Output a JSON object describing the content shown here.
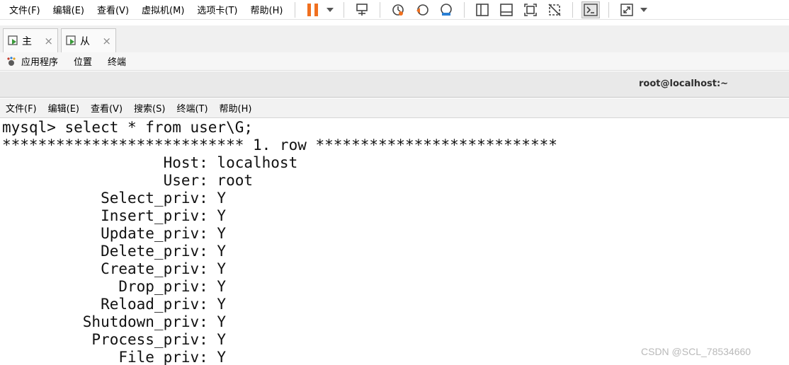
{
  "vm_menu": [
    "文件(F)",
    "编辑(E)",
    "查看(V)",
    "虚拟机(M)",
    "选项卡(T)",
    "帮助(H)"
  ],
  "toolbar_icons": [
    "pause-icon",
    "send-ctrl-alt-del-icon",
    "snapshot-icon",
    "revert-snapshot-icon",
    "snapshot-manager-icon",
    "library-icon",
    "thumbnail-icon",
    "fullscreen-icon",
    "unity-icon",
    "console-view-icon",
    "stretch-icon"
  ],
  "vm_tabs": [
    {
      "label": "主",
      "close": "×"
    },
    {
      "label": "从",
      "close": "×"
    }
  ],
  "gnome": {
    "applications": "应用程序",
    "places": "位置",
    "terminal": "终端"
  },
  "terminal": {
    "title": "root@localhost:~",
    "menu": [
      "文件(F)",
      "编辑(E)",
      "查看(V)",
      "搜索(S)",
      "终端(T)",
      "帮助(H)"
    ],
    "lines": [
      "mysql> select * from user\\G;",
      "*************************** 1. row ***************************",
      "                  Host: localhost",
      "                  User: root",
      "           Select_priv: Y",
      "           Insert_priv: Y",
      "           Update_priv: Y",
      "           Delete_priv: Y",
      "           Create_priv: Y",
      "             Drop_priv: Y",
      "           Reload_priv: Y",
      "         Shutdown_priv: Y",
      "          Process_priv: Y",
      "             File_priv: Y"
    ]
  },
  "watermark": "CSDN @SCL_78534660",
  "colors": {
    "pause": "#f07020",
    "accent": "#2a7fd4"
  }
}
